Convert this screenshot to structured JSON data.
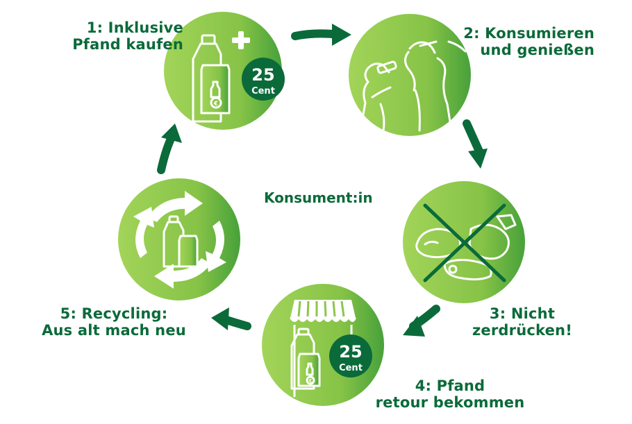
{
  "center": {
    "label": "Konsument:in"
  },
  "steps": [
    {
      "id": "1",
      "line1": "1: Inklusive",
      "line2": "Pfand kaufen",
      "badge_value": "25",
      "badge_unit": "Cent",
      "icon": "bottle-can-euro-icon"
    },
    {
      "id": "2",
      "line1": "2: Konsumieren",
      "line2": "und genießen",
      "icon": "people-drinking-icon"
    },
    {
      "id": "3",
      "line1": "3: Nicht",
      "line2": "zerdrücken!",
      "icon": "crushed-bottle-cross-icon"
    },
    {
      "id": "4",
      "line1": "4: Pfand",
      "line2": "retour bekommen",
      "badge_value": "25",
      "badge_unit": "Cent",
      "icon": "shop-bottle-icon"
    },
    {
      "id": "5",
      "line1": "5: Recycling:",
      "line2": "Aus alt mach neu",
      "icon": "recycling-arrows-icon"
    }
  ],
  "colors": {
    "primary_green": "#0b6a3a",
    "circle_light": "#9ad04c",
    "circle_mid": "#7fbf3f",
    "circle_dark": "#4aa33a",
    "line_white": "#eaf5d8"
  }
}
